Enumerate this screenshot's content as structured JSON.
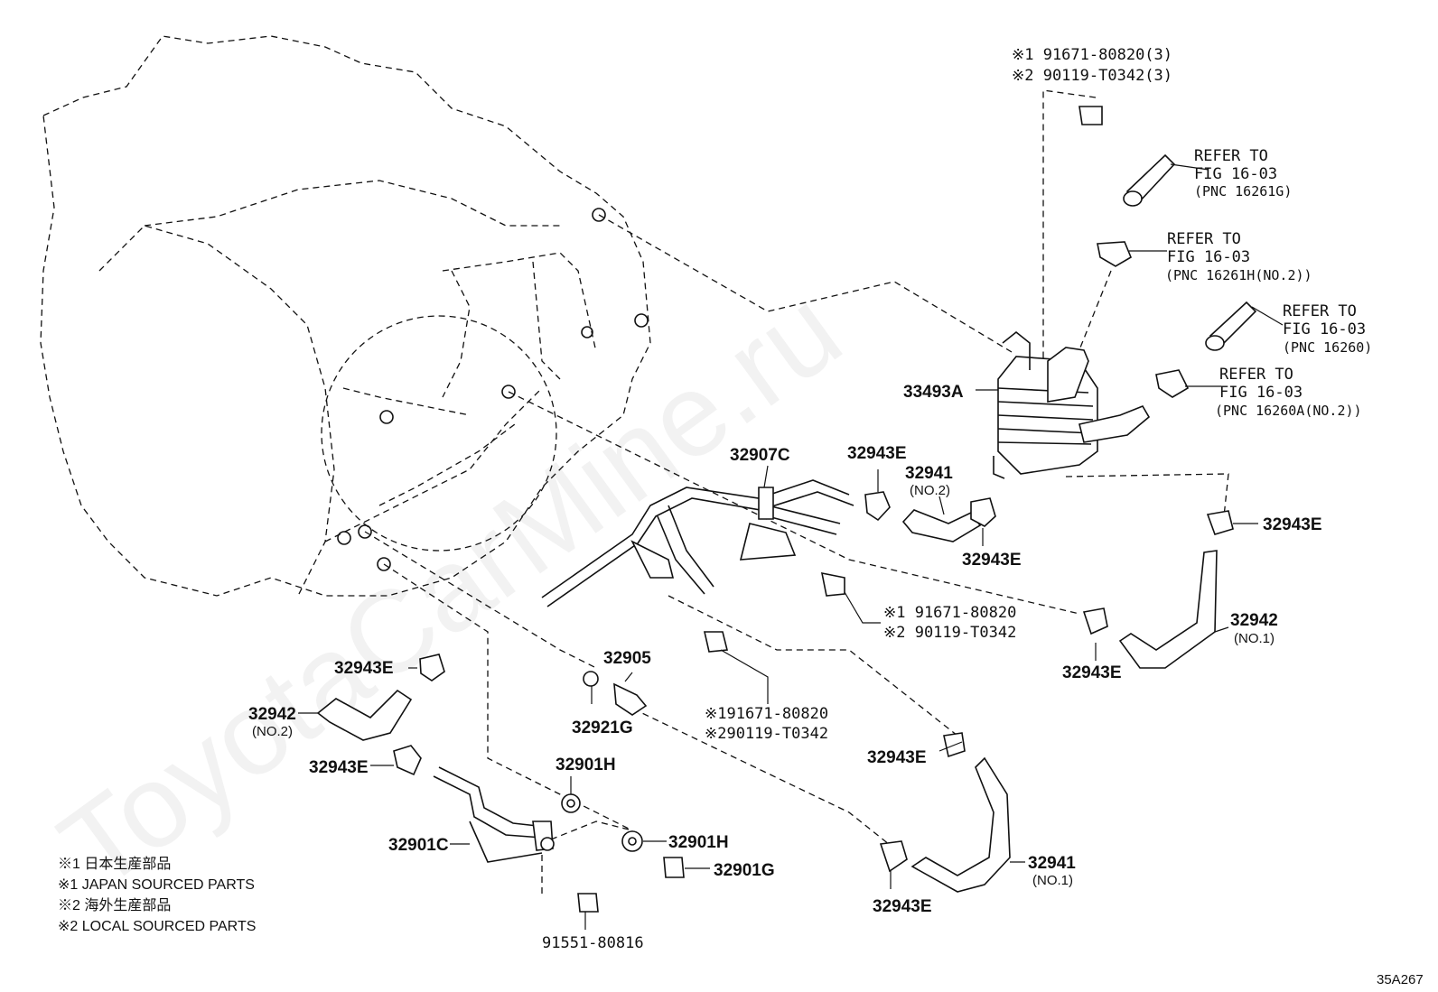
{
  "watermark": "ToyotaCarMine.ru",
  "figure_code": "35A267",
  "labels": {
    "top_bolt_line1": "※1 91671-80820(3)",
    "top_bolt_line2": "※2 90119-T0342(3)",
    "refer1_line1": "REFER TO",
    "refer1_line2": "FIG 16-03",
    "refer1_line3": "(PNC 16261G)",
    "refer2_line1": "REFER TO",
    "refer2_line2": "FIG 16-03",
    "refer2_line3": "(PNC 16261H(NO.2))",
    "refer3_line1": "REFER TO",
    "refer3_line2": "FIG 16-03",
    "refer3_line3": "(PNC 16260)",
    "refer4_line1": "REFER TO",
    "refer4_line2": "FIG 16-03",
    "refer4_line3": "(PNC 16260A(NO.2))",
    "p33493A": "33493A",
    "p32907C": "32907C",
    "p32943E_a": "32943E",
    "p32941_a": "32941",
    "p32941_a_sub": "(NO.2)",
    "p32943E_b": "32943E",
    "p32943E_c": "32943E",
    "mid_bolt_line1": "※1 91671-80820",
    "mid_bolt_line2": "※2 90119-T0342",
    "p32943E_d": "32943E",
    "p32942_a": "32942",
    "p32942_a_sub": "(NO.1)",
    "p32905": "32905",
    "low_bolt_line1": "※191671-80820",
    "low_bolt_line2": "※290119-T0342",
    "p32943E_e": "32943E",
    "p32942_b": "32942",
    "p32942_b_sub": "(NO.2)",
    "p32921G": "32921G",
    "p32943E_f": "32943E",
    "p32901H_a": "32901H",
    "p32943E_g": "32943E",
    "p32901C": "32901C",
    "p32901H_b": "32901H",
    "p32901G": "32901G",
    "p32941_b": "32941",
    "p32941_b_sub": "(NO.1)",
    "p32943E_h": "32943E",
    "p91551": "91551-80816"
  },
  "legend": [
    "※1 日本生産部品",
    "※1 JAPAN SOURCED PARTS",
    "※2 海外生産部品",
    "※2 LOCAL SOURCED PARTS"
  ]
}
